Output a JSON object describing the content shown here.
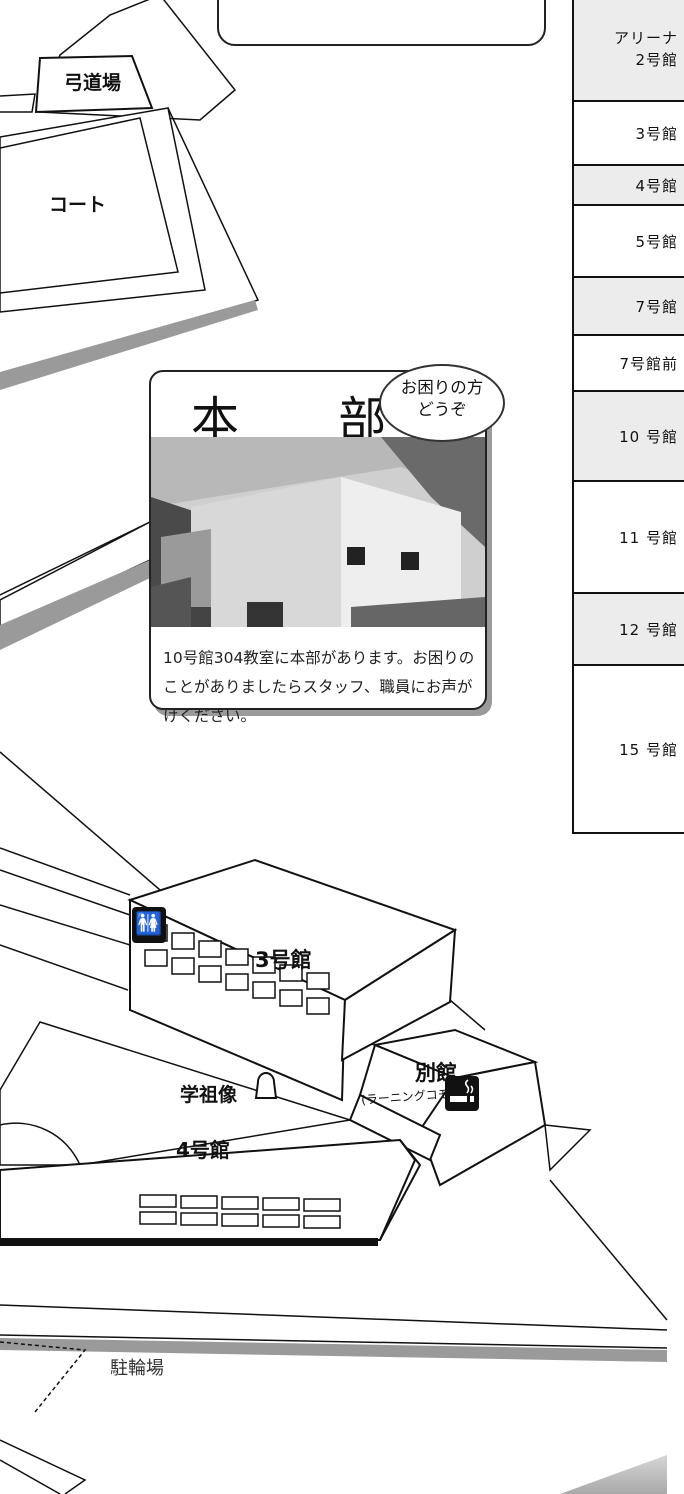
{
  "map": {
    "kyudojo": "弓道場",
    "court": "コート",
    "b3": "3号館",
    "annex_name": "別館",
    "annex_sub": "(ラーニングコモンズ)",
    "statue": "学祖像",
    "b4": "4号館",
    "bicycle": "駐輪場"
  },
  "headquarters": {
    "title": "本 部",
    "help_line1": "お困りの方",
    "help_line2": "どうぞ",
    "description": "10号館304教室に本部があります。お困りのことがありましたらスタッフ、職員にお声がけください。"
  },
  "building_table": [
    {
      "lines": [
        "アリーナ",
        "2号館"
      ],
      "shaded": true
    },
    {
      "lines": [
        "3号館"
      ],
      "shaded": false
    },
    {
      "lines": [
        "4号館"
      ],
      "shaded": true
    },
    {
      "lines": [
        "5号館"
      ],
      "shaded": false
    },
    {
      "lines": [
        "7号館"
      ],
      "shaded": true
    },
    {
      "lines": [
        "7号館前"
      ],
      "shaded": false
    },
    {
      "lines": [
        "10 号館"
      ],
      "shaded": true
    },
    {
      "lines": [
        "11 号館"
      ],
      "shaded": false
    },
    {
      "lines": [
        "12 号館"
      ],
      "shaded": true
    },
    {
      "lines": [
        "15 号館"
      ],
      "shaded": false
    }
  ],
  "icons": [
    "restroom-icon",
    "smoking-area-icon",
    "statue-icon"
  ]
}
